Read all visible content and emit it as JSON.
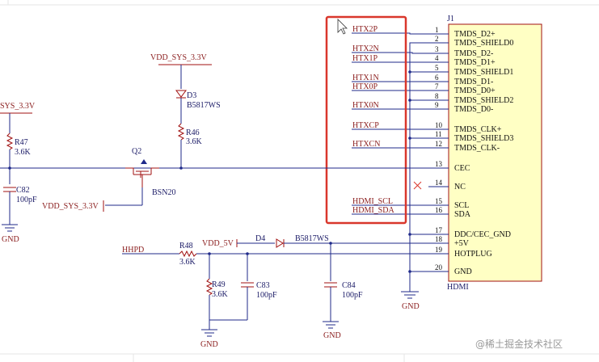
{
  "connector": {
    "designator": "J1",
    "value": "HDMI",
    "fill": "#ffffc4",
    "pins": [
      {
        "num": "1",
        "name": "TMDS_D2+"
      },
      {
        "num": "2",
        "name": "TMDS_SHIELD0"
      },
      {
        "num": "3",
        "name": "TMDS_D2-"
      },
      {
        "num": "4",
        "name": "TMDS_D1+"
      },
      {
        "num": "5",
        "name": "TMDS_SHIELD1"
      },
      {
        "num": "6",
        "name": "TMDS_D1-"
      },
      {
        "num": "7",
        "name": "TMDS_D0+"
      },
      {
        "num": "8",
        "name": "TMDS_SHIELD2"
      },
      {
        "num": "9",
        "name": "TMDS_D0-"
      },
      {
        "num": "10",
        "name": "TMDS_CLK+"
      },
      {
        "num": "11",
        "name": "TMDS_SHIELD3"
      },
      {
        "num": "12",
        "name": "TMDS_CLK-"
      },
      {
        "num": "13",
        "name": "CEC"
      },
      {
        "num": "14",
        "name": "NC"
      },
      {
        "num": "15",
        "name": "SCL"
      },
      {
        "num": "16",
        "name": "SDA"
      },
      {
        "num": "17",
        "name": "DDC/CEC_GND"
      },
      {
        "num": "18",
        "name": "+5V"
      },
      {
        "num": "19",
        "name": "HOTPLUG"
      },
      {
        "num": "20",
        "name": "GND"
      }
    ]
  },
  "nets": {
    "htx2p": "HTX2P",
    "htx2n": "HTX2N",
    "htx1p": "HTX1P",
    "htx1n": "HTX1N",
    "htx0p": "HTX0P",
    "htx0n": "HTX0N",
    "htxcp": "HTXCP",
    "htxcn": "HTXCN",
    "hdmi_scl": "HDMI_SCL",
    "hdmi_sda": "HDMI_SDA",
    "hhpd": "HHPD",
    "vdd_5v": "VDD_5V",
    "vdd_sys_top": "VDD_SYS_3.3V",
    "vdd_sys_left": "SYS_3.3V",
    "vdd_sys_q2": "VDD_SYS_3.3V",
    "gnd": "GND"
  },
  "parts": {
    "d3": {
      "ref": "D3",
      "value": "B5817WS"
    },
    "r46": {
      "ref": "R46",
      "value": "3.6K"
    },
    "r47": {
      "ref": "R47",
      "value": "3.6K"
    },
    "c82": {
      "ref": "C82",
      "value": "100pF"
    },
    "q2": {
      "ref": "Q2",
      "value": "BSN20"
    },
    "r48": {
      "ref": "R48",
      "value": "3.6K"
    },
    "d4": {
      "ref": "D4",
      "value": "B5817WS"
    },
    "r49": {
      "ref": "R49",
      "value": "3.6K"
    },
    "c83": {
      "ref": "C83",
      "value": "100pF"
    },
    "c84": {
      "ref": "C84",
      "value": "100pF"
    }
  },
  "highlight_color": "#d9372c",
  "watermark": "@稀土掘金技术社区"
}
